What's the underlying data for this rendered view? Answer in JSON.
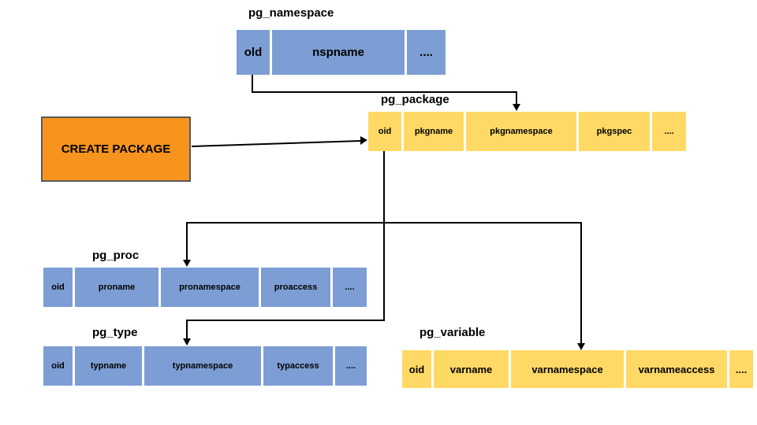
{
  "colors": {
    "table_blue": "#7D9ED4",
    "table_yellow": "#FFD966",
    "box_orange": "#F7941E",
    "connector": "#000000",
    "text": "#000000"
  },
  "create_package_box": {
    "label": "CREATE PACKAGE"
  },
  "tables": {
    "pg_namespace": {
      "title": "pg_namespace",
      "cells": [
        "old",
        "nspname",
        "...."
      ]
    },
    "pg_package": {
      "title": "pg_package",
      "cells": [
        "oid",
        "pkgname",
        "pkgnamespace",
        "pkgspec",
        "...."
      ]
    },
    "pg_proc": {
      "title": "pg_proc",
      "cells": [
        "oid",
        "proname",
        "pronamespace",
        "proaccess",
        "...."
      ]
    },
    "pg_type": {
      "title": "pg_type",
      "cells": [
        "oid",
        "typname",
        "typnamespace",
        "typaccess",
        "...."
      ]
    },
    "pg_variable": {
      "title": "pg_variable",
      "cells": [
        "oid",
        "varname",
        "varnamespace",
        "varnameaccess",
        "...."
      ]
    }
  },
  "connections": [
    {
      "from": "pg_namespace.old",
      "to": "pg_package"
    },
    {
      "from": "create_package_box",
      "to": "pg_package.oid"
    },
    {
      "from": "pg_package.oid",
      "to": "pg_proc"
    },
    {
      "from": "pg_package.oid",
      "to": "pg_type"
    },
    {
      "from": "pg_package.oid",
      "to": "pg_variable"
    }
  ]
}
